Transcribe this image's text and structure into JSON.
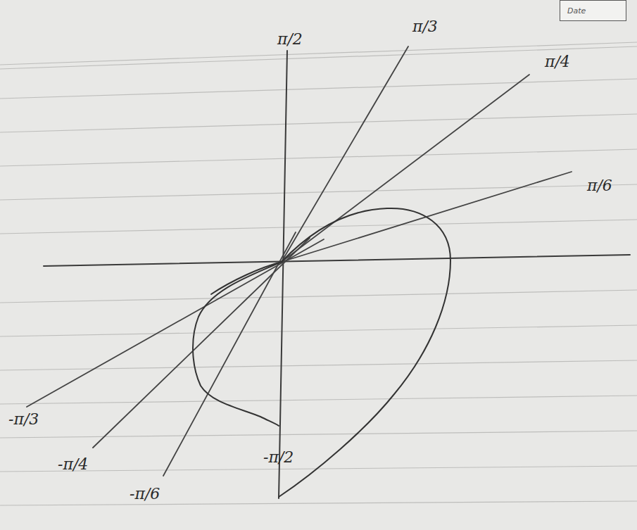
{
  "diagram": {
    "nodes": [
      {
        "text": [
          "Date"
        ]
      }
    ],
    "labels": [
      "π/2",
      "π/3",
      "π/4",
      "π/6",
      "-π/3",
      "-π/4",
      "-π/6",
      "-π/2"
    ]
  }
}
